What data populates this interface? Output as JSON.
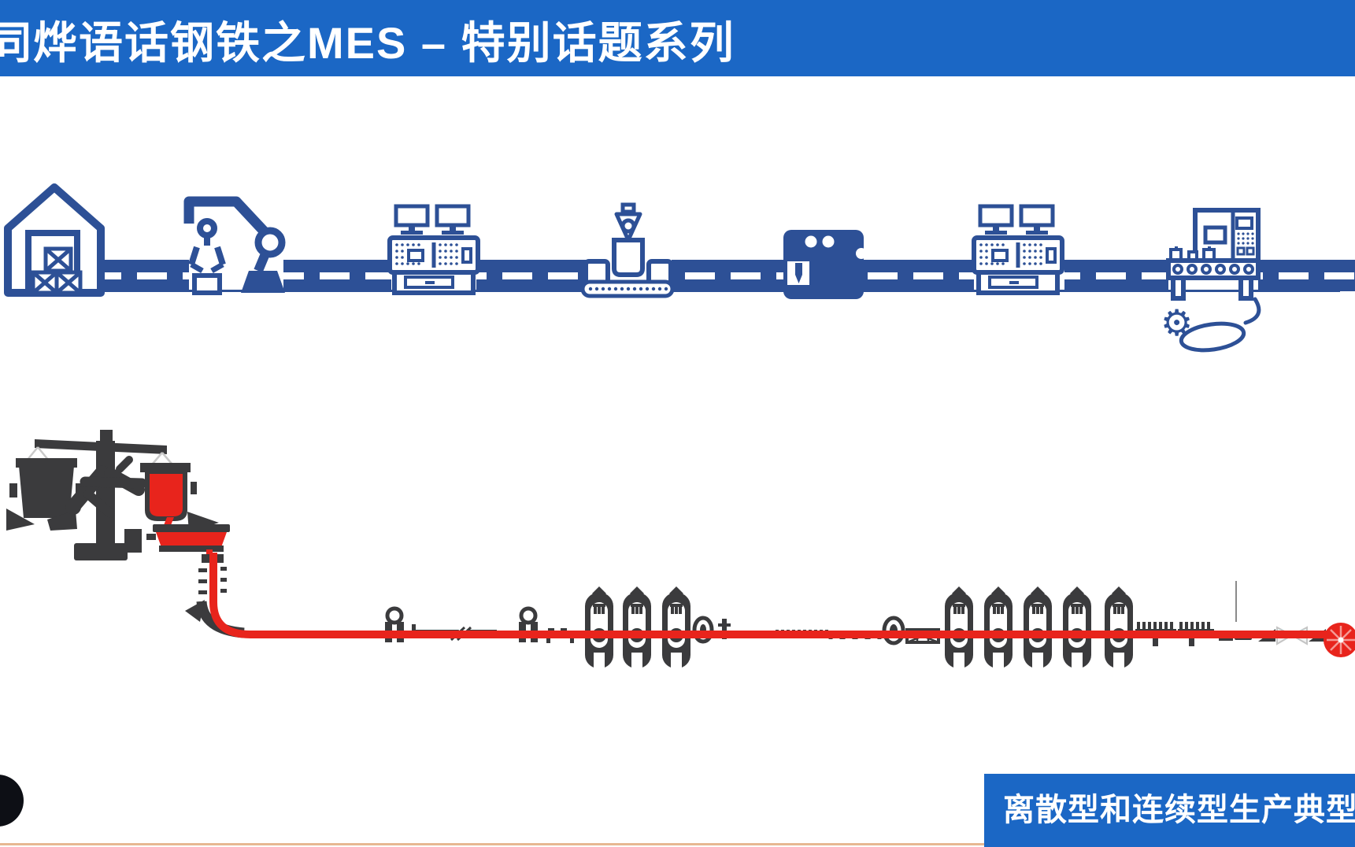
{
  "header": {
    "title": "同烨语话钢铁之MES – 特别话题系列"
  },
  "footer": {
    "caption": "离散型和连续型生产典型场景"
  },
  "icons": {
    "gear_glyph": "⚙"
  },
  "colors": {
    "accent_blue": "#1b67c5",
    "icon_blue": "#2d5096",
    "dark_gray": "#3b3b3d",
    "steel_red": "#e8241c",
    "hanger_gray": "#c9c9c9",
    "light_gray": "#c4c4c4",
    "progress_orange": "#dfa06e",
    "circle_black": "#0d0f15",
    "white": "#ffffff"
  },
  "diagrams": {
    "discrete_line": {
      "style": "blue outline icons on conveyor with white dashes",
      "stations": [
        "warehouse",
        "robot-arm",
        "control-machine-with-monitors",
        "filling-station",
        "cnc-drilling-machine",
        "control-machine-with-monitors",
        "testing-machine-with-rollers",
        "gear-and-cable"
      ]
    },
    "continuous_line": {
      "style": "dark gray steel equipment with red molten strand",
      "stations": [
        "ladle-turret-crane",
        "empty-ladle",
        "pouring-ladle",
        "tundish",
        "casting-mold",
        "curved-caster-strand",
        "pinch-rolls",
        "cutting-table",
        "roughing-stand",
        "roughing-stand",
        "roughing-stand",
        "edger",
        "looper-row",
        "vertical-roll",
        "descaler-box",
        "finishing-stand",
        "finishing-stand",
        "finishing-stand",
        "finishing-stand",
        "finishing-stand",
        "cooling-banks",
        "coil-car",
        "down-coiler-red-coil"
      ]
    }
  }
}
